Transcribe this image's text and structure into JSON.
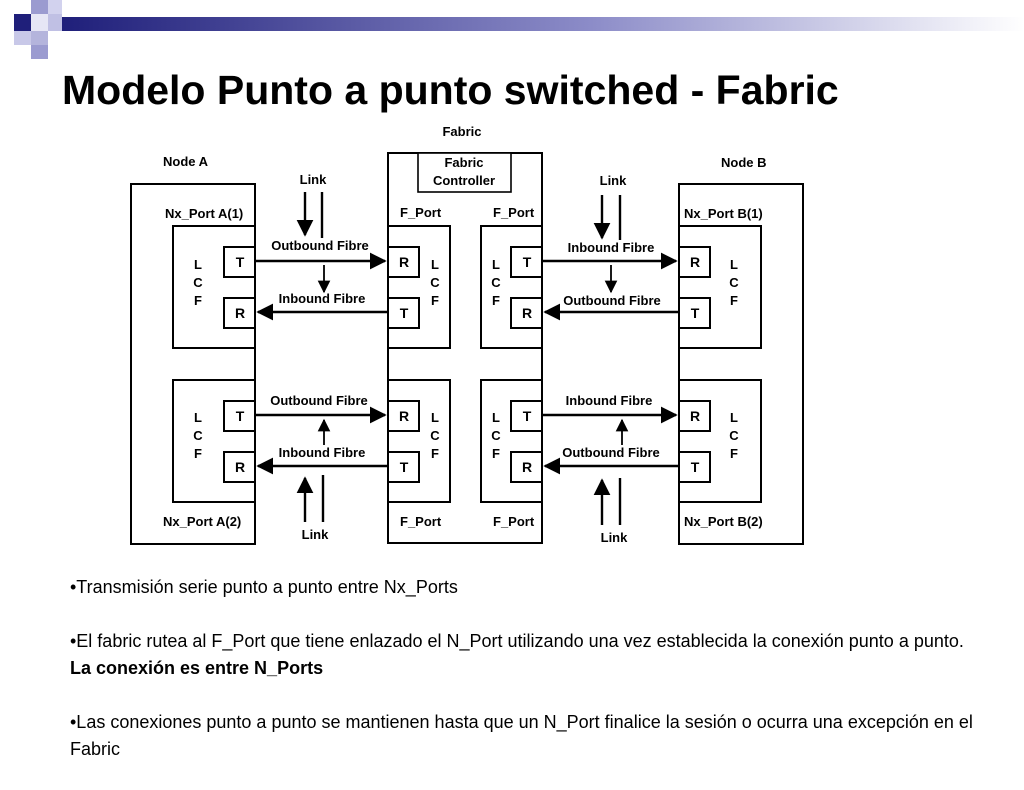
{
  "title": "Modelo Punto a punto switched - Fabric",
  "diagram": {
    "fabric_label": "Fabric",
    "fabric_controller": [
      "Fabric",
      "Controller"
    ],
    "node_a": "Node A",
    "node_b": "Node B",
    "nx_port_a1": "Nx_Port A(1)",
    "nx_port_a2": "Nx_Port A(2)",
    "nx_port_b1": "Nx_Port B(1)",
    "nx_port_b2": "Nx_Port B(2)",
    "f_port": "F_Port",
    "link": "Link",
    "outbound_fibre": "Outbound Fibre",
    "inbound_fibre": "Inbound Fibre",
    "lcf": [
      "L",
      "C",
      "F"
    ],
    "t": "T",
    "r": "R"
  },
  "bullets": [
    {
      "text": "•Transmisión serie punto a punto entre Nx_Ports",
      "bold": ""
    },
    {
      "text": "•El fabric rutea al F_Port que tiene enlazado el N_Port utilizando  una vez establecida la conexión punto a punto.  ",
      "bold": "La conexión es entre N_Ports"
    },
    {
      "text": "•Las conexiones punto a punto se mantienen hasta que un N_Port finalice la sesión o ocurra una excepción en el Fabric",
      "bold": ""
    }
  ],
  "colors": {
    "deco_navy": "#1f1f7a",
    "deco_lavender": "#9b9bd0",
    "deco_light": "#d2d2ee"
  }
}
